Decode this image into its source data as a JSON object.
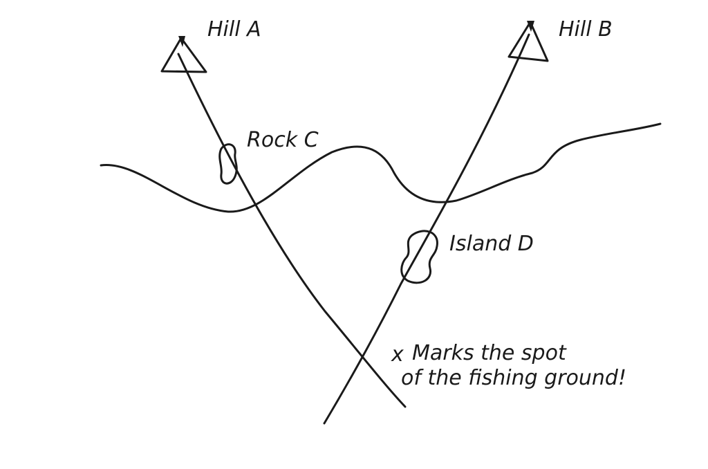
{
  "labels": {
    "hill_a": "Hill A",
    "hill_b": "Hill B",
    "rock_c": "Rock C",
    "island_d": "Island D",
    "marker": "x",
    "note_line1": "Marks the spot",
    "note_line2": "of the fishing ground!"
  },
  "colors": {
    "ink": "#1a1a1a",
    "paper": "#ffffff"
  }
}
